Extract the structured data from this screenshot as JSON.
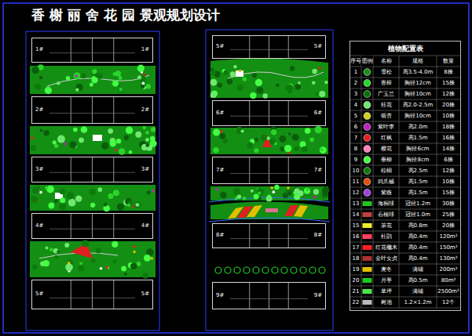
{
  "diagram": {
    "title": "香 榭 丽 舍 花 园 景观规划设计",
    "nodes": [
      {
        "text": [
          "1#",
          "1#"
        ]
      },
      {
        "text": [
          "2#",
          "2#"
        ]
      },
      {
        "text": [
          "3#",
          "3#"
        ]
      },
      {
        "text": [
          "4#",
          "4#"
        ]
      },
      {
        "text": [
          "5#",
          "5#"
        ]
      },
      {
        "text": [
          "5#",
          "5#"
        ]
      },
      {
        "text": [
          "6#",
          "6#"
        ]
      },
      {
        "text": [
          "7#",
          "7#"
        ]
      },
      {
        "text": [
          "8#",
          "8#"
        ]
      },
      {
        "text": [
          "9#",
          "9#"
        ]
      },
      {
        "text": [
          "植物配置表"
        ]
      }
    ],
    "labels": [
      "序号",
      "图例",
      "名称",
      "规格",
      "数量",
      "1",
      "雪松",
      "高3.5-4.0m",
      "8株",
      "2",
      "香樟",
      "胸径12cm",
      "15株",
      "3",
      "广玉兰",
      "胸径10cm",
      "12株",
      "4",
      "桂花",
      "高2.0-2.5m",
      "20株",
      "5",
      "银杏",
      "胸径10cm",
      "10株",
      "6",
      "紫叶李",
      "高2.0m",
      "18株",
      "7",
      "红枫",
      "高1.5m",
      "16株",
      "8",
      "樱花",
      "胸径6cm",
      "14株",
      "9",
      "垂柳",
      "胸径8cm",
      "6株",
      "10",
      "棕榈",
      "高2.5m",
      "12株",
      "11",
      "鸡爪槭",
      "高1.5m",
      "10株",
      "12",
      "紫薇",
      "高1.5m",
      "15株",
      "13",
      "海桐球",
      "冠径1.2m",
      "30株",
      "14",
      "石楠球",
      "冠径1.0m",
      "25株",
      "15",
      "茶花",
      "高0.8m",
      "20株",
      "16",
      "杜鹃",
      "高0.4m",
      "120m²",
      "17",
      "红花檵木",
      "高0.4m",
      "150m²",
      "18",
      "金叶女贞",
      "高0.4m",
      "130m²",
      "19",
      "麦冬",
      "满铺",
      "200m²",
      "20",
      "月季",
      "高0.5m",
      "80m²",
      "21",
      "草坪",
      "满铺",
      "2500m²",
      "22",
      "树池",
      "1.2×1.2m",
      "12个"
    ]
  }
}
